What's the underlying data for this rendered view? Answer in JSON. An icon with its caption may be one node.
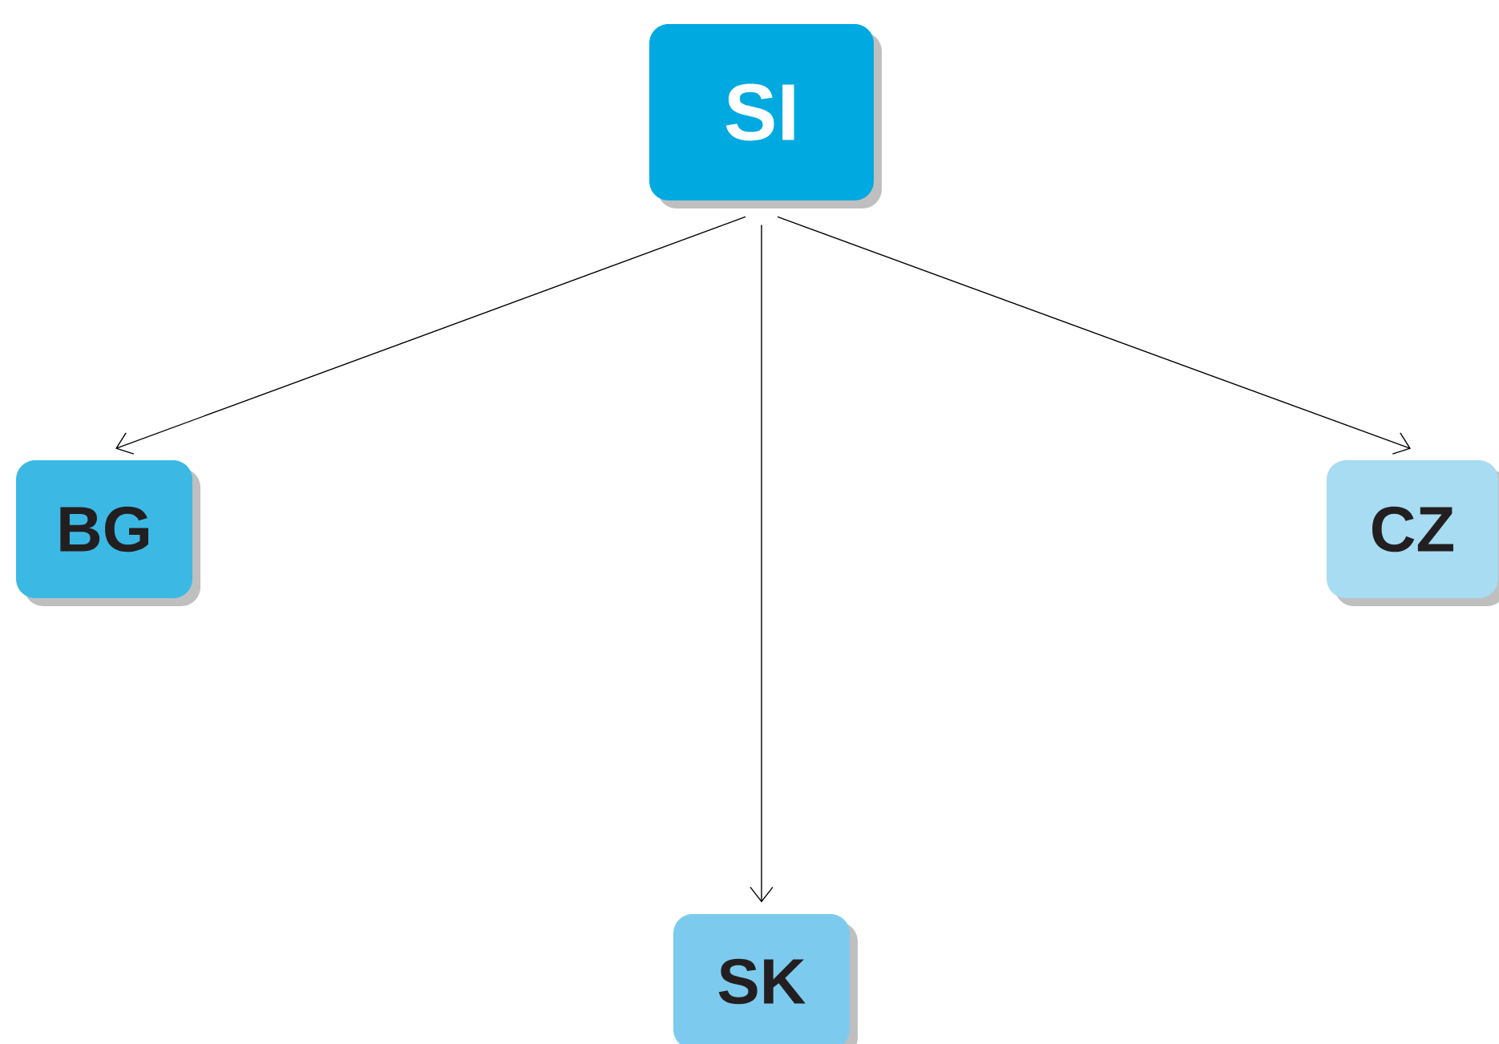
{
  "diagram": {
    "nodes": [
      {
        "text": [
          "SI"
        ]
      },
      {
        "text": [
          "BG"
        ]
      },
      {
        "text": [
          "CZ"
        ]
      },
      {
        "text": [
          "SK"
        ]
      }
    ],
    "edges": [
      {
        "from": 0,
        "to": 1,
        "arrow": "to"
      },
      {
        "from": 0,
        "to": 3,
        "arrow": "to"
      },
      {
        "from": 0,
        "to": 2,
        "arrow": "to"
      }
    ]
  }
}
